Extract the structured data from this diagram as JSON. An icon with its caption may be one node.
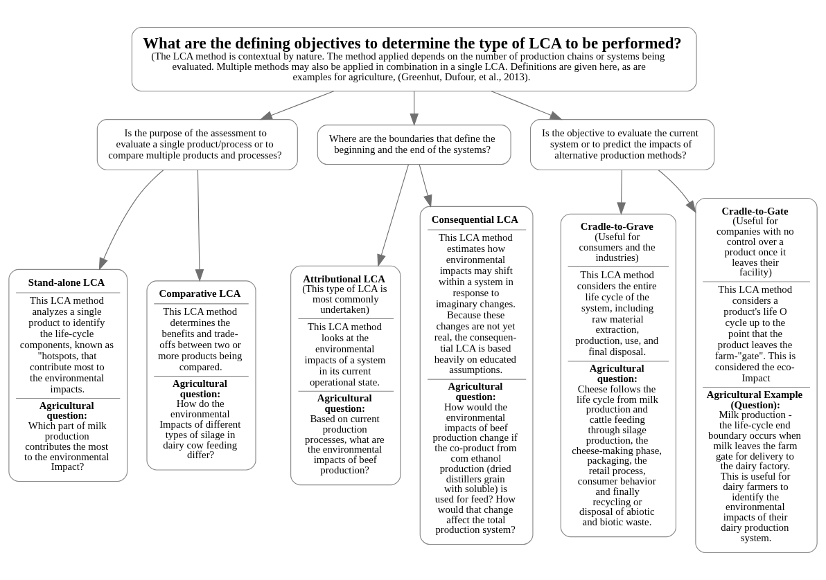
{
  "diagram": {
    "nodes": [
      {
        "text": [
          "What are the defining objectives to determine the type of LCA to be performed?",
          "(The LCA method is contextual by nature. The method applied depends on the number of production chains or systems being evaluated. Multiple methods may also be applied in combination in a single LCA. Definitions are given here, as are examples for agriculture, (Greenhut, Dufour, et al., 2013)."
        ]
      },
      {
        "text": [
          "Is the purpose of the assessment to evaluate a single product/process or to compare multiple products and processes?"
        ]
      },
      {
        "text": [
          "Where are the boundaries that define the beginning and the end of the systems?"
        ]
      },
      {
        "text": [
          "Is the objective to evaluate the current system or to predict the impacts of alternative production methods?"
        ]
      },
      {
        "text": [
          "Stand-alone LCA",
          "This LCA method analyzes a single product to identify the life-cycle components, known as \"hotspots, that contribute most to the environmental impacts.",
          "Agricultural question:",
          "Which part of milk production contributes the most to the environmental Impact?"
        ]
      },
      {
        "text": [
          "Comparative LCA",
          "This LCA method determines the benefits and trade- offs between two or more products being compared.",
          "Agricultural question:",
          "How do the environmental Impacts of different types of silage in dairy cow feeding differ?"
        ]
      },
      {
        "text": [
          "Attributional LCA",
          "(This type of LCA is most commonly undertaken)",
          "This LCA method looks at the environmental impacts of a system in its current operational state.",
          "Agricultural question:",
          "Based on current production processes, what are the environmental impacts of beef production?"
        ]
      },
      {
        "text": [
          "Consequential LCA",
          "This LCA method estimates how environmental impacts may shift within a system in response to imaginary changes. Because these changes are not yet real, the consequen- tial LCA is based heavily on educated assumptions.",
          "Agricultural question:",
          "How would the environmental impacts of beef production change if the co-product from com ethanol production (dried distillers grain with soluble) is used for feed? How would that change affect the total production system?"
        ]
      },
      {
        "text": [
          "Cradle-to-Grave",
          "(Useful for consumers and the industries)",
          "This LCA method considers the entire life cycle of the system, including raw material extraction, production, use, and final disposal.",
          "Agricultural question:",
          "Cheese follows the life cycle from milk production and cattle feeding through silage production, the cheese-making phase, packaging, the retail process, consumer behavior and finally recycling or disposal of abiotic and biotic waste."
        ]
      },
      {
        "text": [
          "Cradle-to-Gate",
          "(Useful for companies with no control over a product once it leaves their facility)",
          "This LCA method considers a product's life O cycle up to the point that the product leaves the farm-\"gate\". This is considered the eco- Impact",
          "Agricultural Example (Question):",
          "Milk production - the life-cycle end boundary occurs when milk leaves the farm gate for delivery to the dairy factory. This is useful for dairy farmers to identify the environmental impacts of their dairy production system."
        ]
      }
    ],
    "edges": [
      {
        "from": 0,
        "to": 1,
        "arrow": "to"
      },
      {
        "from": 0,
        "to": 2,
        "arrow": "to"
      },
      {
        "from": 0,
        "to": 3,
        "arrow": "to"
      },
      {
        "from": 1,
        "to": 4,
        "arrow": "to"
      },
      {
        "from": 1,
        "to": 5,
        "arrow": "to"
      },
      {
        "from": 2,
        "to": 6,
        "arrow": "to"
      },
      {
        "from": 2,
        "to": 7,
        "arrow": "to"
      },
      {
        "from": 3,
        "to": 8,
        "arrow": "to"
      },
      {
        "from": 3,
        "to": 9,
        "arrow": "to"
      }
    ]
  }
}
